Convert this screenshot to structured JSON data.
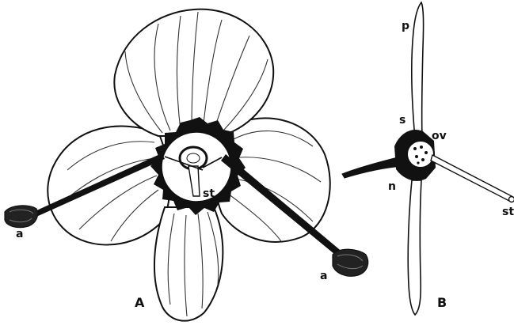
{
  "figure_a": {
    "panel_label": "A",
    "anther_left_label": "a",
    "anther_right_label": "a",
    "stigma_label": "st"
  },
  "figure_b": {
    "panel_label": "B",
    "petal_label": "p",
    "sepal_label": "s",
    "ovary_label": "ov",
    "nectary_label": "n",
    "stigma_label": "st"
  }
}
